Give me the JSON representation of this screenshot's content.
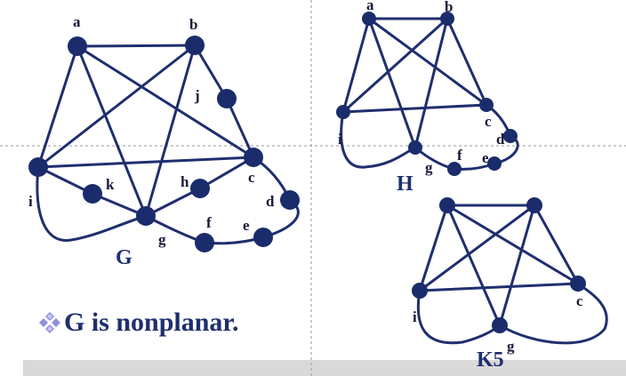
{
  "statement": {
    "text": "G is nonplanar.",
    "bullet_icon": "diamond-cluster-icon"
  },
  "colors": {
    "edge": "#1f2f6e",
    "node": "#1a2c6b",
    "text": "#1f2f6e",
    "bullet": "#8f8fe0",
    "footer": "#d9d9d9"
  },
  "graphs": [
    {
      "name": "G",
      "vertices": [
        "a",
        "b",
        "j",
        "c",
        "d",
        "i",
        "k",
        "h",
        "g",
        "f",
        "e"
      ],
      "edges": [
        [
          "a",
          "b"
        ],
        [
          "a",
          "i"
        ],
        [
          "a",
          "g"
        ],
        [
          "a",
          "c"
        ],
        [
          "b",
          "i"
        ],
        [
          "b",
          "g"
        ],
        [
          "b",
          "j"
        ],
        [
          "j",
          "c"
        ],
        [
          "i",
          "c"
        ],
        [
          "c",
          "h"
        ],
        [
          "c",
          "d"
        ],
        [
          "i",
          "k"
        ],
        [
          "k",
          "g"
        ],
        [
          "h",
          "g"
        ],
        [
          "i",
          "g"
        ],
        [
          "g",
          "f"
        ],
        [
          "f",
          "e"
        ],
        [
          "e",
          "d"
        ]
      ]
    },
    {
      "name": "H",
      "vertices": [
        "a",
        "b",
        "c",
        "d",
        "i",
        "g",
        "f",
        "e"
      ],
      "edges": [
        [
          "a",
          "b"
        ],
        [
          "a",
          "i"
        ],
        [
          "a",
          "g"
        ],
        [
          "a",
          "c"
        ],
        [
          "b",
          "i"
        ],
        [
          "b",
          "g"
        ],
        [
          "b",
          "c"
        ],
        [
          "i",
          "c"
        ],
        [
          "i",
          "g"
        ],
        [
          "c",
          "d"
        ],
        [
          "g",
          "f"
        ],
        [
          "f",
          "e"
        ],
        [
          "e",
          "d"
        ]
      ]
    },
    {
      "name": "K5",
      "vertices": [
        "i",
        "c",
        "g"
      ],
      "edges": [
        [
          "v1",
          "v2"
        ],
        [
          "v1",
          "i"
        ],
        [
          "v1",
          "g"
        ],
        [
          "v1",
          "c"
        ],
        [
          "v2",
          "i"
        ],
        [
          "v2",
          "g"
        ],
        [
          "v2",
          "c"
        ],
        [
          "i",
          "c"
        ],
        [
          "i",
          "g"
        ],
        [
          "g",
          "c"
        ]
      ]
    }
  ]
}
